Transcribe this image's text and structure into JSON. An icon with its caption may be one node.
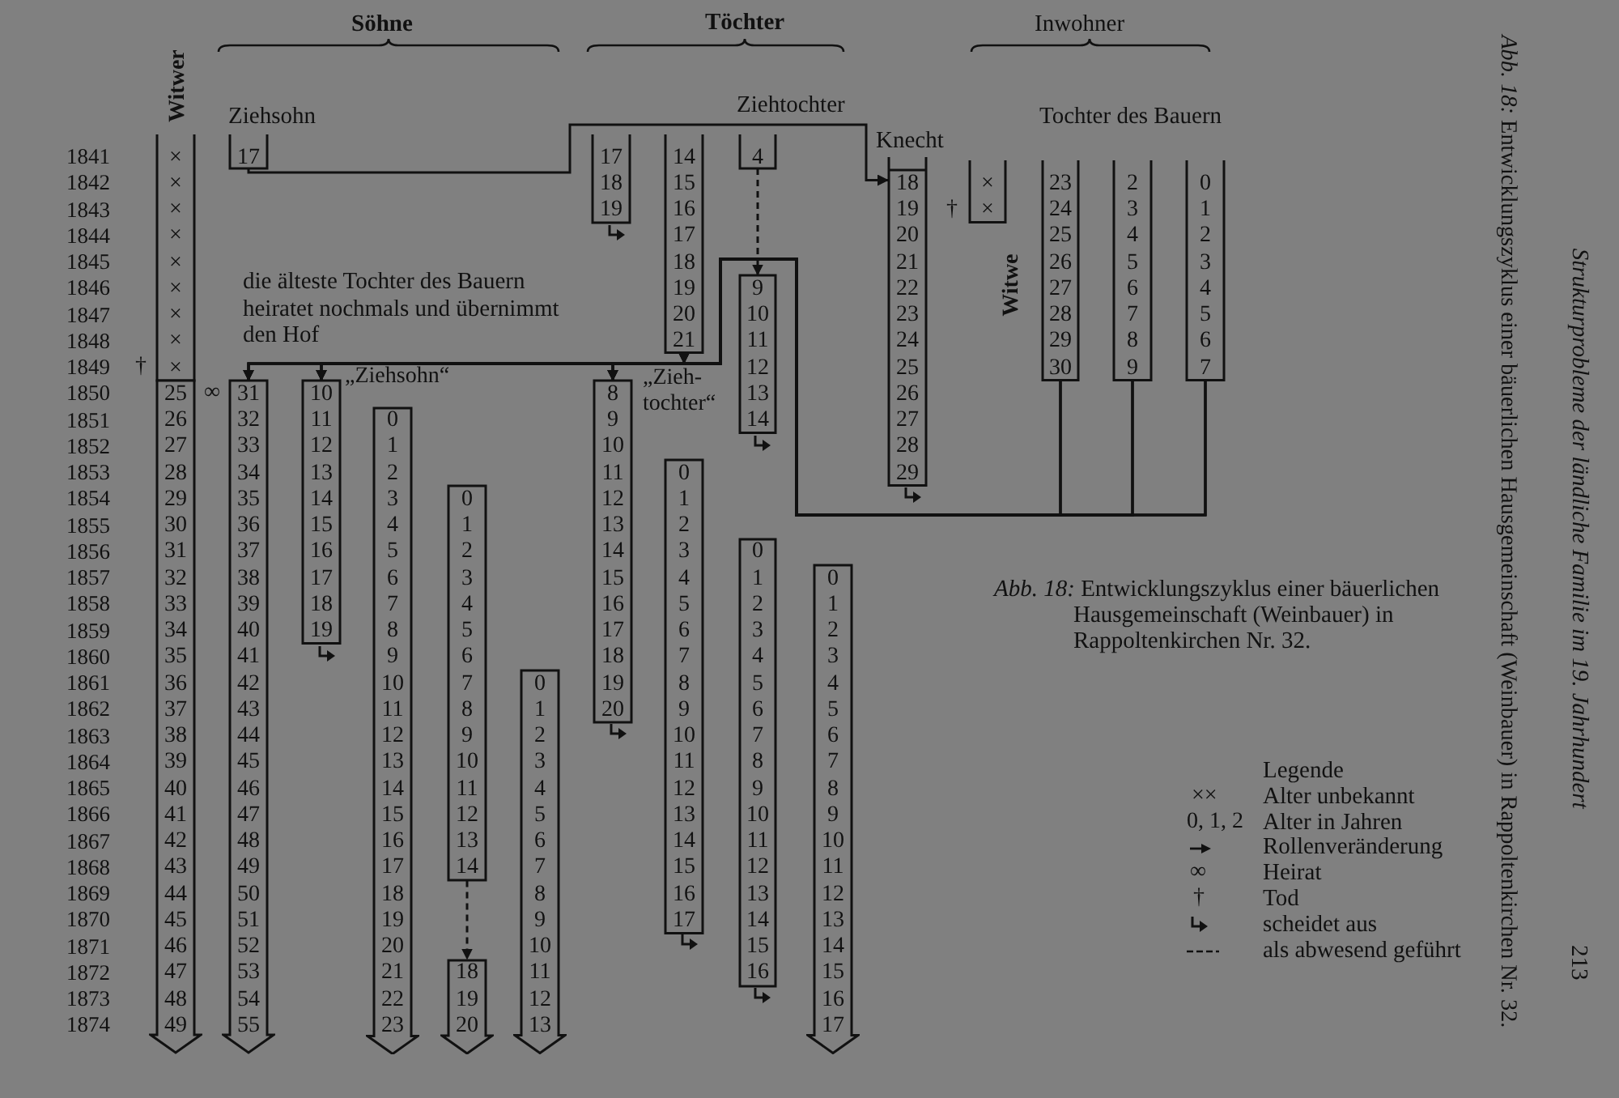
{
  "diagram": {
    "caption": "*Abb. 18:* Entwicklungszyklus einer bäuerlichen Hausgemeinschaft (Weinbauer) in Rappoltenkirchen Nr. 32.",
    "nodes": [
      {
        "text": [
          "Witwer",
          "×",
          "×",
          "×",
          "×",
          "×",
          "×",
          "×",
          "×",
          "×"
        ],
        "beside": [
          "†"
        ]
      },
      {
        "text": [
          "25",
          "26",
          "27",
          "28",
          "29",
          "30",
          "31",
          "32",
          "33",
          "34",
          "35",
          "36",
          "37",
          "38",
          "39",
          "40",
          "41",
          "42",
          "43",
          "44",
          "45",
          "46",
          "47",
          "48",
          "49"
        ]
      },
      {
        "text": [
          "Ziehsohn",
          "17"
        ]
      },
      {
        "text": [
          "31",
          "32",
          "33",
          "34",
          "35",
          "36",
          "37",
          "38",
          "39",
          "40",
          "41",
          "42",
          "43",
          "44",
          "45",
          "46",
          "47",
          "48",
          "49",
          "50",
          "51",
          "52",
          "53",
          "54",
          "55"
        ]
      },
      {
        "text": [
          "10",
          "11",
          "12",
          "13",
          "14",
          "15",
          "16",
          "17",
          "18",
          "19"
        ],
        "beside": [
          "„Ziehsohn“"
        ]
      },
      {
        "text": [
          "0",
          "1",
          "2",
          "3",
          "4",
          "5",
          "6",
          "7",
          "8",
          "9",
          "10",
          "11",
          "12",
          "13",
          "14",
          "15",
          "16",
          "17",
          "18",
          "19",
          "20",
          "21",
          "22",
          "23"
        ]
      },
      {
        "text": [
          "0",
          "1",
          "2",
          "3",
          "4",
          "5",
          "6",
          "7",
          "8",
          "9",
          "10",
          "11",
          "12",
          "13",
          "14"
        ]
      },
      {
        "text": [
          "18",
          "19",
          "20"
        ]
      },
      {
        "text": [
          "0",
          "1",
          "2",
          "3",
          "4",
          "5",
          "6",
          "7",
          "8",
          "9",
          "10",
          "11",
          "12",
          "13"
        ]
      },
      {
        "text": [
          "17",
          "18",
          "19"
        ]
      },
      {
        "text": [
          "8",
          "9",
          "10",
          "11",
          "12",
          "13",
          "14",
          "15",
          "16",
          "17",
          "18",
          "19",
          "20"
        ],
        "beside": [
          "„Zieh- tochter“"
        ]
      },
      {
        "text": [
          "14",
          "15",
          "16",
          "17",
          "18",
          "19",
          "20",
          "21"
        ]
      },
      {
        "text": [
          "0",
          "1",
          "2",
          "3",
          "4",
          "5",
          "6",
          "7",
          "8",
          "9",
          "10",
          "11",
          "12",
          "13",
          "14",
          "15",
          "16",
          "17"
        ]
      },
      {
        "text": [
          "Ziehtochter",
          "4"
        ]
      },
      {
        "text": [
          "9",
          "10",
          "11",
          "12",
          "13",
          "14"
        ]
      },
      {
        "text": [
          "0",
          "1",
          "2",
          "3",
          "4",
          "5",
          "6",
          "7",
          "8",
          "9",
          "10",
          "11",
          "12",
          "13",
          "14",
          "15",
          "16"
        ]
      },
      {
        "text": [
          "0",
          "1",
          "2",
          "3",
          "4",
          "5",
          "6",
          "7",
          "8",
          "9",
          "10",
          "11",
          "12",
          "13",
          "14",
          "15",
          "16",
          "17"
        ]
      },
      {
        "text": [
          "Knecht",
          "18",
          "19",
          "20",
          "21",
          "22",
          "23",
          "24",
          "25",
          "26",
          "27",
          "28",
          "29"
        ]
      },
      {
        "text": [
          "×",
          "×"
        ],
        "beside": [
          "†"
        ]
      },
      {
        "text": [
          "23",
          "24",
          "25",
          "26",
          "27",
          "28",
          "29",
          "30"
        ],
        "beside": [
          "Witwe"
        ]
      },
      {
        "text": [
          "2",
          "3",
          "4",
          "5",
          "6",
          "7",
          "8",
          "9"
        ]
      },
      {
        "text": [
          "0",
          "1",
          "2",
          "3",
          "4",
          "5",
          "6",
          "7"
        ]
      }
    ],
    "edges": [
      {
        "from": 2,
        "to": 17,
        "arrow": "to"
      },
      {
        "from": 13,
        "to": 14,
        "arrow": "to",
        "style": "dashed"
      },
      {
        "from": 11,
        "to": 3,
        "arrow": "to"
      },
      {
        "from": 11,
        "to": 4,
        "arrow": "to"
      },
      {
        "from": 11,
        "to": 10,
        "arrow": "to"
      },
      {
        "from": 19,
        "to": 3,
        "arrow": "to"
      },
      {
        "from": 19,
        "to": 4,
        "arrow": "to"
      },
      {
        "from": 19,
        "to": 10,
        "arrow": "to"
      },
      {
        "from": 20,
        "to": 3,
        "arrow": "to"
      },
      {
        "from": 20,
        "to": 4,
        "arrow": "to"
      },
      {
        "from": 20,
        "to": 10,
        "arrow": "to"
      },
      {
        "from": 21,
        "to": 3,
        "arrow": "to"
      },
      {
        "from": 21,
        "to": 4,
        "arrow": "to"
      },
      {
        "from": 21,
        "to": 10,
        "arrow": "to"
      },
      {
        "from": 6,
        "to": 7,
        "arrow": "to",
        "style": "dashed"
      }
    ],
    "labels": [
      "Söhne",
      "Töchter",
      "Inwohner",
      "Tochter des Bauern",
      "1841",
      "1842",
      "1843",
      "1844",
      "1845",
      "1846",
      "1847",
      "1848",
      "1849",
      "1850",
      "1851",
      "1852",
      "1853",
      "1854",
      "1855",
      "1856",
      "1857",
      "1858",
      "1859",
      "1860",
      "1861",
      "1862",
      "1863",
      "1864",
      "1865",
      "1866",
      "1867",
      "1868",
      "1869",
      "1870",
      "1871",
      "1872",
      "1873",
      "1874",
      "∞",
      "die älteste Tochter des Bauern heiratet nochmals und übernimmt den Hof",
      "Legende",
      "××",
      "0, 1, 2",
      "∞",
      "†",
      "Strukturprobleme der ländliche Familie im 19. Jahrhundert",
      "213",
      "*Abb. 18:* Entwicklungszyklus einer bäuerlichen Hausgemeinschaft (Weinbauer) in Rappoltenkirchen Nr. 32."
    ],
    "legend": [
      {
        "text": "Alter unbekannt"
      },
      {
        "text": "Alter in Jahren"
      },
      {
        "text": "Rollenveränderung"
      },
      {
        "text": "Heirat"
      },
      {
        "text": "Tod"
      },
      {
        "text": "scheidet aus"
      },
      {
        "text": "als abwesend geführt"
      }
    ]
  }
}
